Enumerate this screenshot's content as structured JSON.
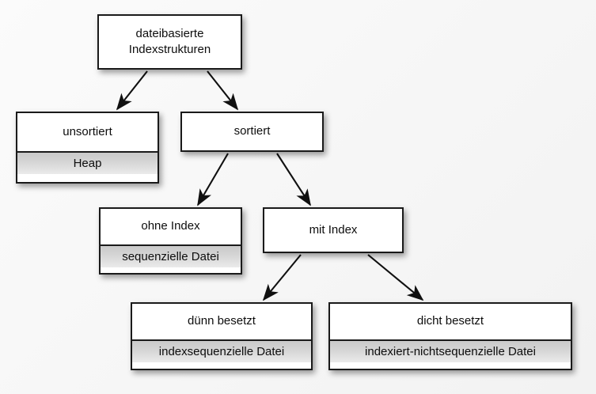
{
  "diagram": {
    "title": "dateibasierte Indexstrukturen",
    "type": "tree-hierarchy",
    "background_color": "#f7f7f7",
    "node_fill": "#ffffff",
    "node_border": "#1a1a1a",
    "subtitle_fill": "#d4d4d4",
    "nodes": [
      {
        "id": "root",
        "label": "dateibasierte\nIndexstrukturen",
        "sub": null
      },
      {
        "id": "unsorted",
        "label": "unsortiert",
        "sub": "Heap"
      },
      {
        "id": "sorted",
        "label": "sortiert",
        "sub": null
      },
      {
        "id": "noindex",
        "label": "ohne Index",
        "sub": "sequenzielle Datei"
      },
      {
        "id": "withindex",
        "label": "mit Index",
        "sub": null
      },
      {
        "id": "sparse",
        "label": "dünn besetzt",
        "sub": "indexsequenzielle Datei"
      },
      {
        "id": "dense",
        "label": "dicht besetzt",
        "sub": "indexiert-nichtsequenzielle Datei"
      }
    ],
    "edges": [
      {
        "from": "root",
        "to": "unsorted"
      },
      {
        "from": "root",
        "to": "sorted"
      },
      {
        "from": "sorted",
        "to": "noindex"
      },
      {
        "from": "sorted",
        "to": "withindex"
      },
      {
        "from": "withindex",
        "to": "sparse"
      },
      {
        "from": "withindex",
        "to": "dense"
      }
    ]
  }
}
